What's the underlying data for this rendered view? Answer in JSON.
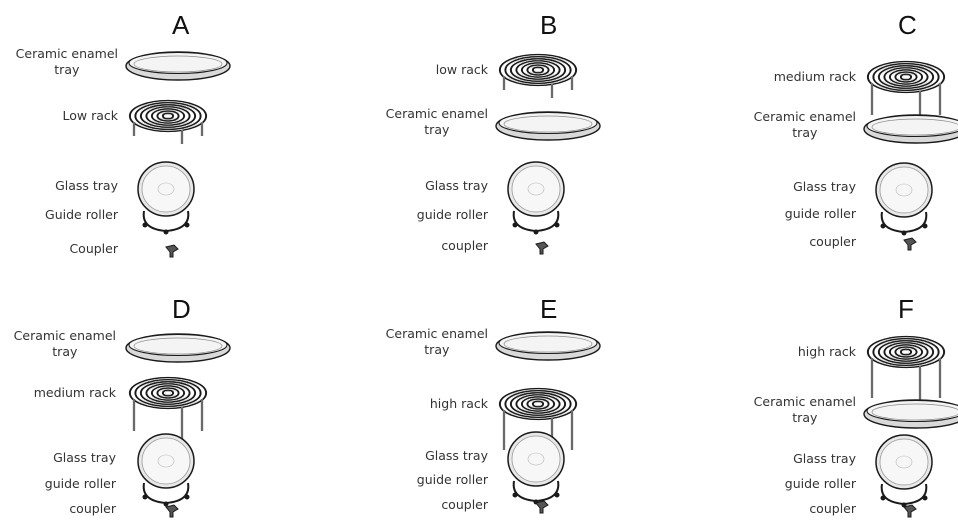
{
  "panels": [
    {
      "id": "A",
      "letter": "A",
      "labels": {
        "ceramic_tray": "Ceramic enamel\ntray",
        "rack": "Low rack",
        "glass_tray": "Glass tray",
        "guide_roller": "Guide roller",
        "coupler": "Coupler"
      }
    },
    {
      "id": "B",
      "letter": "B",
      "labels": {
        "ceramic_tray": "Ceramic enamel\ntray",
        "rack": "low rack",
        "glass_tray": "Glass tray",
        "guide_roller": "guide roller",
        "coupler": "coupler"
      }
    },
    {
      "id": "C",
      "letter": "C",
      "labels": {
        "ceramic_tray": "Ceramic enamel\ntray",
        "rack": "medium rack",
        "glass_tray": "Glass tray",
        "guide_roller": "guide roller",
        "coupler": "coupler"
      }
    },
    {
      "id": "D",
      "letter": "D",
      "labels": {
        "ceramic_tray": "Ceramic enamel\ntray",
        "rack": "medium rack",
        "glass_tray": "Glass tray",
        "guide_roller": "guide roller",
        "coupler": "coupler"
      }
    },
    {
      "id": "E",
      "letter": "E",
      "labels": {
        "ceramic_tray": "Ceramic enamel\ntray",
        "rack": "high rack",
        "glass_tray": "Glass tray",
        "guide_roller": "guide roller",
        "coupler": "coupler"
      }
    },
    {
      "id": "F",
      "letter": "F",
      "labels": {
        "ceramic_tray": "Ceramic enamel\ntray",
        "rack": "high rack",
        "glass_tray": "Glass tray",
        "guide_roller": "guide roller",
        "coupler": "coupler"
      }
    }
  ],
  "colors": {
    "line": "#1a1a1a",
    "tray_fill": "#d9d9d9",
    "glass_fill": "#e8e8e8"
  }
}
